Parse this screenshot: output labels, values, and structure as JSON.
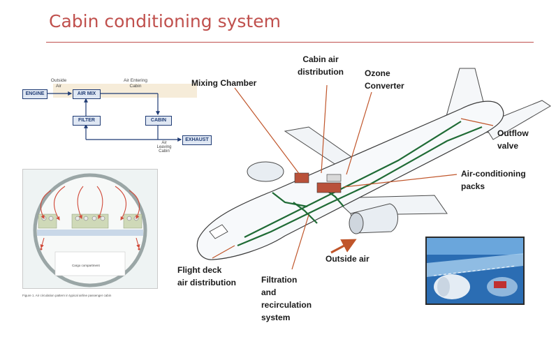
{
  "title": "Cabin conditioning system",
  "flow": {
    "engine": "ENGINE",
    "air_mix": "AIR MIX",
    "filter": "FILTER",
    "cabin": "CABIN",
    "exhaust": "EXHAUST",
    "outside_air": "Outside\nAir",
    "air_entering_cabin": "Air Entering\nCabin",
    "air_leaving_cabin": "Air\nLeaving\nCabin"
  },
  "cabin_section": {
    "cargo_label": "Cargo compartment",
    "caption": "Figure 1. Air circulation pattern in typical airline passenger cabin"
  },
  "plane_labels": {
    "mixing_chamber": "Mixing Chamber",
    "cabin_air_distribution": "Cabin air\ndistribution",
    "ozone_converter": "Ozone\nConverter",
    "outflow_valve": "Outflow\nvalve",
    "air_conditioning_packs": "Air-conditioning\npacks",
    "outside_air": "Outside air",
    "flight_deck": "Flight deck\nair distribution",
    "filtration": "Filtration\nand\nrecirculation\nsystem"
  },
  "colors": {
    "title": "#c0504d",
    "flow_ink": "#1f3b74",
    "ducting": "#1f6b35",
    "leader": "#c0552a"
  }
}
